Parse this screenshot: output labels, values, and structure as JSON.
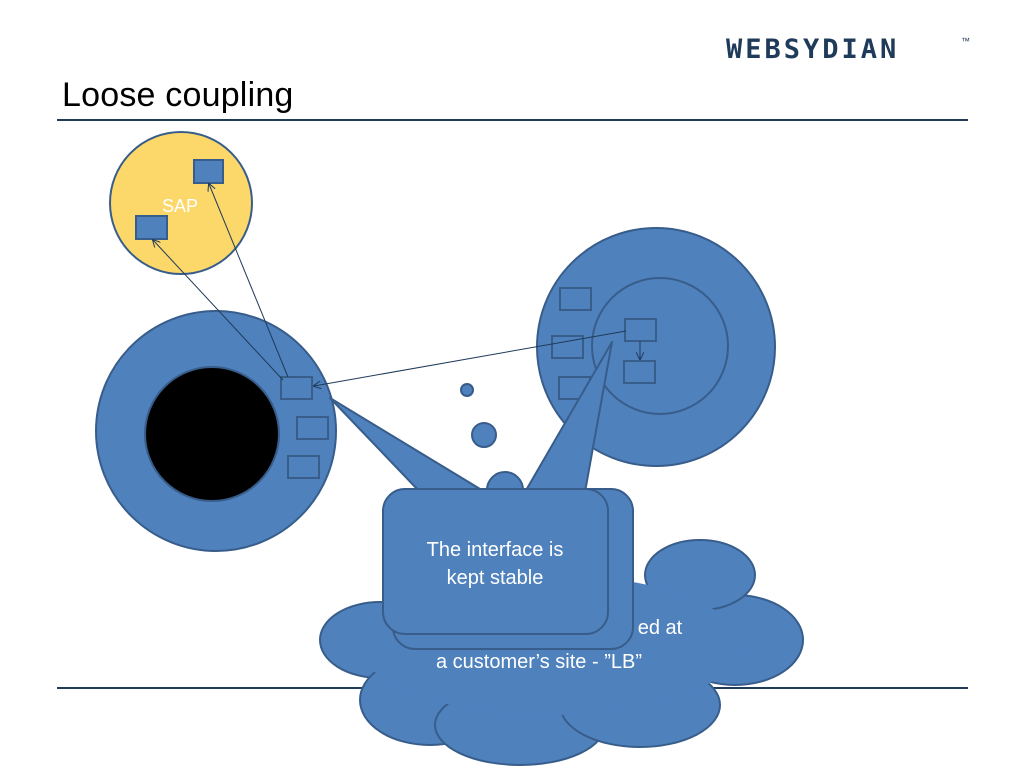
{
  "slide": {
    "title": "Loose coupling",
    "logo": "WEBSYDIAN",
    "logo_tm": "™"
  },
  "diagram": {
    "sap_label": "SAP",
    "callout_back_text": "...ed at\na customer's site - ”LB”",
    "callout_back_line1": "ed at",
    "callout_back_line2": "a customer’s site - ”LB”",
    "callout_front_line1": "The interface is",
    "callout_front_line2": "kept stable"
  },
  "colors": {
    "blue": "#4f81bd",
    "blue_stroke": "#385d8a",
    "yellow": "#fcd86a",
    "rule": "#1f3b5a"
  }
}
